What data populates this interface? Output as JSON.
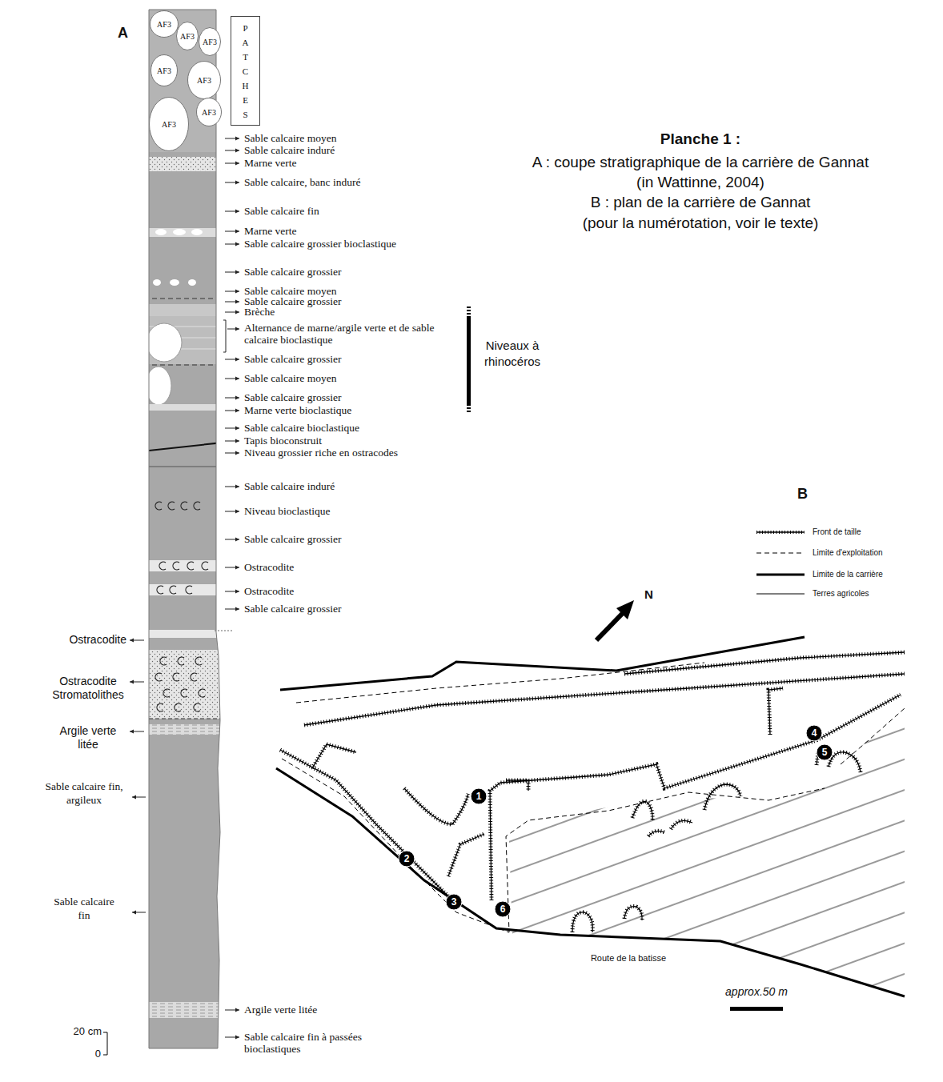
{
  "diagram": {
    "title": "Planche 1 :",
    "nodes": [
      {
        "text": [
          "AF3"
        ]
      },
      {
        "text": [
          "AF3"
        ]
      },
      {
        "text": [
          "AF3"
        ]
      },
      {
        "text": [
          "AF3"
        ]
      },
      {
        "text": [
          "AF3"
        ]
      },
      {
        "text": [
          "AF3"
        ]
      },
      {
        "text": [
          "AF3"
        ]
      },
      {
        "text": [
          "PATCHES"
        ]
      },
      {
        "text": [
          "1"
        ]
      },
      {
        "text": [
          "2"
        ]
      },
      {
        "text": [
          "3"
        ]
      },
      {
        "text": [
          "4"
        ]
      },
      {
        "text": [
          "5"
        ]
      },
      {
        "text": [
          "6"
        ]
      }
    ],
    "labels": [
      "A",
      "A : coupe stratigraphique de la carrière de Gannat",
      "(in Wattinne, 2004)",
      "B : plan de la carrière de Gannat",
      "(pour la numérotation, voir le texte)",
      "Sable calcaire moyen",
      "Sable calcaire induré",
      "Marne verte",
      "Sable calcaire, banc induré",
      "Sable calcaire fin",
      "Marne verte",
      "Sable calcaire grossier bioclastique",
      "Sable calcaire grossier",
      "Sable calcaire moyen",
      "Sable calcaire grossier",
      "Brèche",
      "Alternance de marne/argile verte et de sable calcaire bioclastique",
      "Sable calcaire grossier",
      "Sable calcaire moyen",
      "Sable calcaire grossier",
      "Marne verte bioclastique",
      "Sable calcaire bioclastique",
      "Tapis bioconstruit",
      "Niveau grossier riche en ostracodes",
      "Sable calcaire induré",
      "Niveau bioclastique",
      "Sable calcaire grossier",
      "Ostracodite",
      "Ostracodite",
      "Sable calcaire grossier",
      "Argile verte litée",
      "Sable calcaire fin à passées bioclastiques",
      "Niveaux à rhinocéros",
      "Ostracodite",
      "Ostracodite Stromatolithes",
      "Argile verte litée",
      "Sable calcaire fin, argileux",
      "Sable calcaire fin",
      "20 cm",
      "0",
      "B",
      "N",
      "Route de la batisse",
      "approx.50 m"
    ],
    "legend": [
      {
        "text": "Front de taille"
      },
      {
        "text": "Limite d'exploitation"
      },
      {
        "text": "Limite de la carrière"
      },
      {
        "text": "Terres agricoles"
      }
    ]
  }
}
